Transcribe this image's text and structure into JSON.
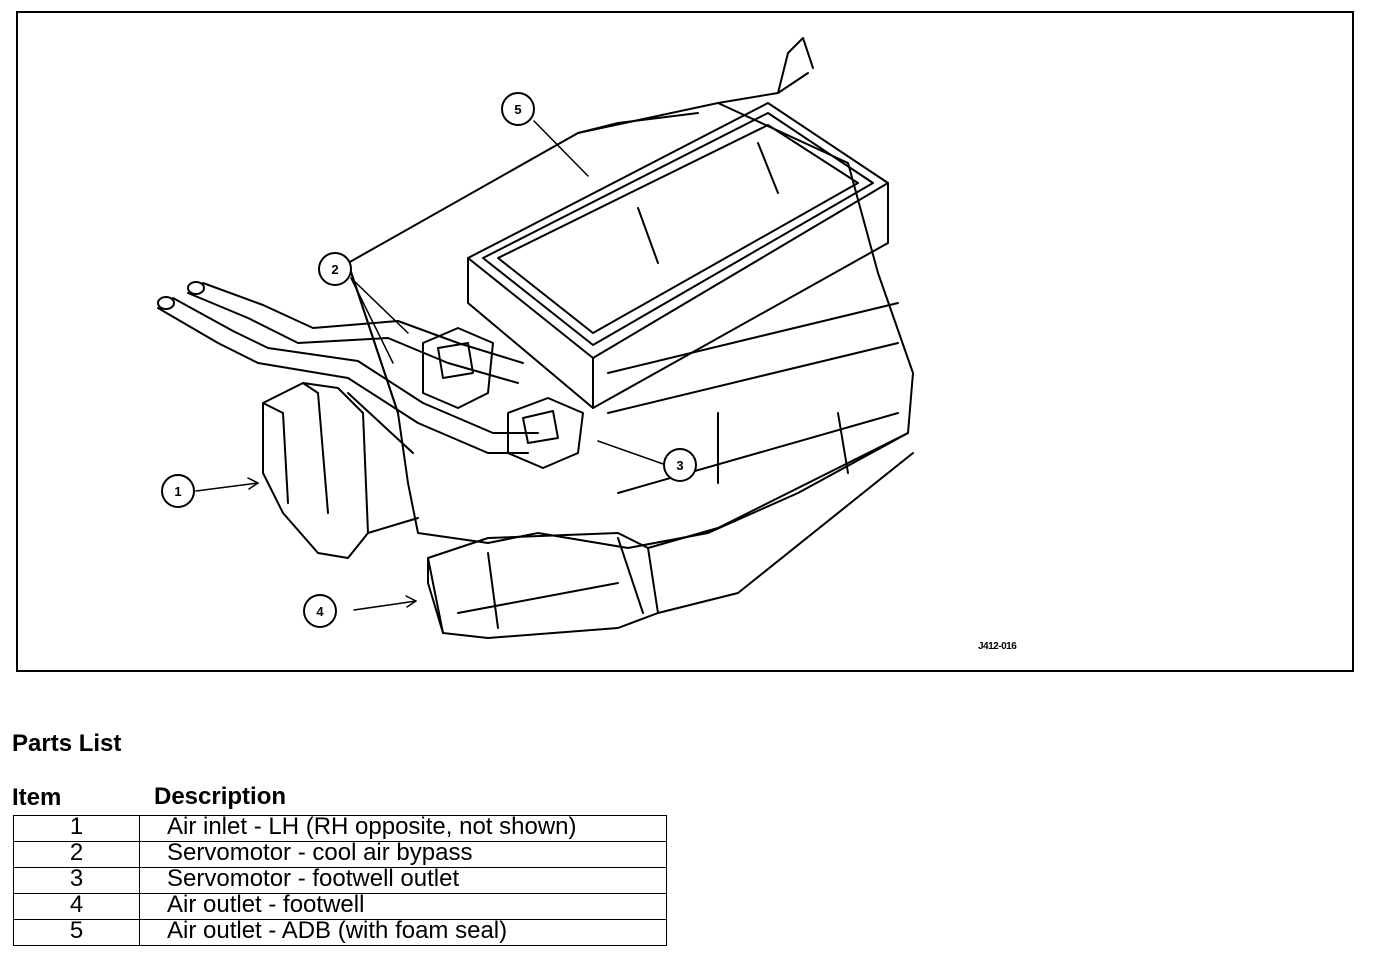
{
  "figure": {
    "code": "J412-016",
    "callouts": [
      "1",
      "2",
      "3",
      "4",
      "5"
    ]
  },
  "parts_list": {
    "heading": "Parts List",
    "columns": {
      "item": "Item",
      "description": "Description"
    },
    "rows": [
      {
        "item": "1",
        "description": "Air inlet - LH (RH opposite, not shown)"
      },
      {
        "item": "2",
        "description": "Servomotor - cool air bypass"
      },
      {
        "item": "3",
        "description": "Servomotor - footwell outlet"
      },
      {
        "item": "4",
        "description": "Air outlet - footwell"
      },
      {
        "item": "5",
        "description": "Air outlet - ADB (with foam seal)"
      }
    ]
  }
}
